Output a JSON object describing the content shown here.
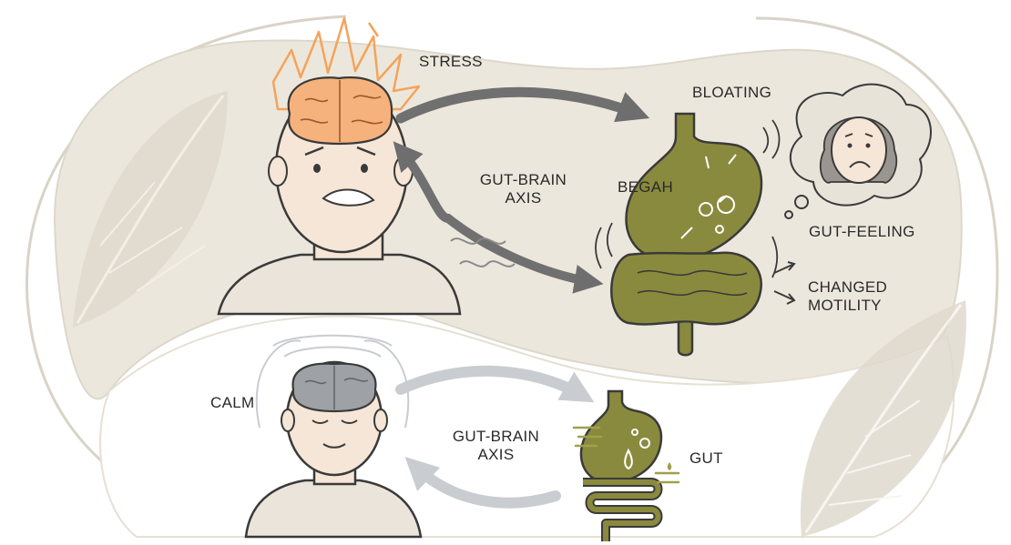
{
  "colors": {
    "panel_fill": "#ece7dc",
    "panel_stroke": "#d8d2c6",
    "skin": "#f5e6d8",
    "outline": "#3a3a3a",
    "shirt": "#eae4da",
    "brain_stress": "#f6b27c",
    "brain_calm": "#9ea2a6",
    "stress_burst": "#f5a35a",
    "gut_green": "#8a8a3e",
    "arrow_dark": "#707070",
    "arrow_light": "#c9ccd0",
    "leaf": "#e0dace"
  },
  "icons": {
    "stress_brain": "brain-icon",
    "calm_brain": "brain-icon",
    "stomach": "stomach-icon",
    "intestine": "intestine-icon",
    "thought_face": "worried-face-icon",
    "burst": "stress-burst-icon"
  },
  "top": {
    "stress": "STRESS",
    "bloating": "BLOATING",
    "begah": "BEGAH",
    "axis_line1": "GUT-BRAIN",
    "axis_line2": "AXIS",
    "gut_feeling": "GUT-FEELING",
    "motility_line1": "CHANGED",
    "motility_line2": "MOTILITY"
  },
  "bottom": {
    "calm": "CALM",
    "axis_line1": "GUT-BRAIN",
    "axis_line2": "AXIS",
    "gut": "GUT"
  }
}
